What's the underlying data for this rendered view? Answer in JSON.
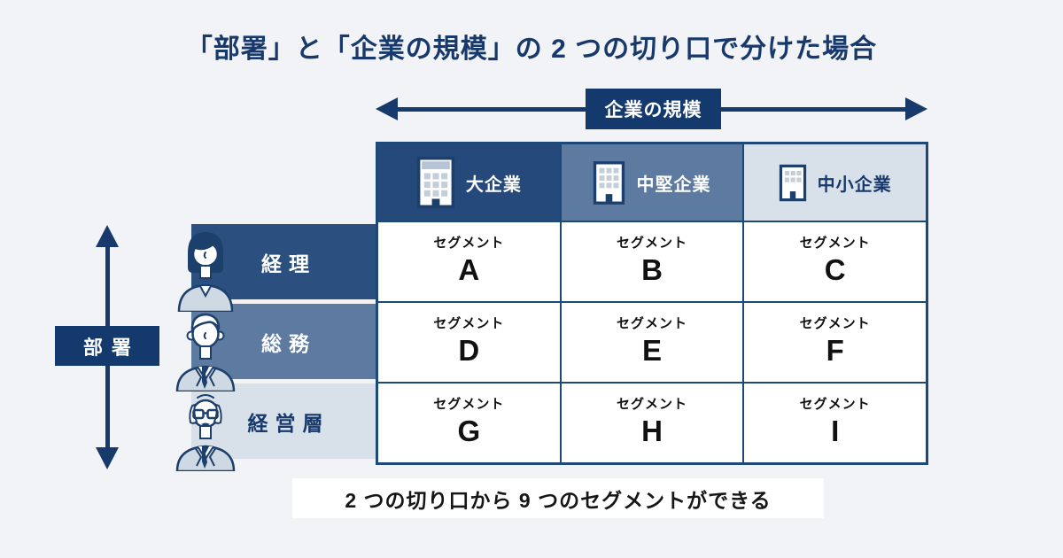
{
  "title": "「部署」と「企業の規模」の 2 つの切り口で分けた場合",
  "axis": {
    "horizontal_label": "企業の規模",
    "vertical_label": "部署"
  },
  "columns": [
    {
      "label": "大企業",
      "icon": "building-large-icon"
    },
    {
      "label": "中堅企業",
      "icon": "building-medium-icon"
    },
    {
      "label": "中小企業",
      "icon": "building-small-icon"
    }
  ],
  "rows": [
    {
      "label": "経理",
      "icon": "woman-office-worker-icon"
    },
    {
      "label": "総務",
      "icon": "man-office-worker-icon"
    },
    {
      "label": "経営層",
      "icon": "executive-man-icon"
    }
  ],
  "cells": [
    {
      "prefix": "セグメント",
      "letter": "A"
    },
    {
      "prefix": "セグメント",
      "letter": "B"
    },
    {
      "prefix": "セグメント",
      "letter": "C"
    },
    {
      "prefix": "セグメント",
      "letter": "D"
    },
    {
      "prefix": "セグメント",
      "letter": "E"
    },
    {
      "prefix": "セグメント",
      "letter": "F"
    },
    {
      "prefix": "セグメント",
      "letter": "G"
    },
    {
      "prefix": "セグメント",
      "letter": "H"
    },
    {
      "prefix": "セグメント",
      "letter": "I"
    }
  ],
  "caption": "2 つの切り口から 9 つのセグメントができる",
  "colors": {
    "background": "#f1f3f6",
    "navy": "#17396b",
    "dark_cell": "#24497a",
    "slate_cell": "#5d7ba1",
    "light_cell": "#d8e0e9",
    "grid_border": "#1d4878",
    "caption_bg": "#ffffff"
  }
}
